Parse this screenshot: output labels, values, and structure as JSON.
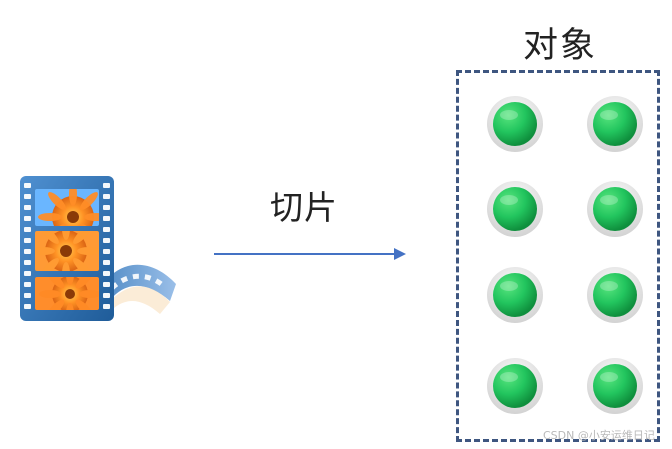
{
  "diagram": {
    "arrow_label": "切片",
    "objects_title": "对象",
    "source_icon": "film-reel-icon",
    "object_icon": "green-circle-icon",
    "object_rows": 4,
    "object_cols": 2,
    "colors": {
      "arrow": "#4472c4",
      "box_border": "#3e5680",
      "object_fill": "#22c55e",
      "object_ring": "#d9d9d9",
      "film_strip": "#2f73b5",
      "flower": "#f07a1f"
    },
    "watermark": "CSDN @小安运维日记"
  }
}
